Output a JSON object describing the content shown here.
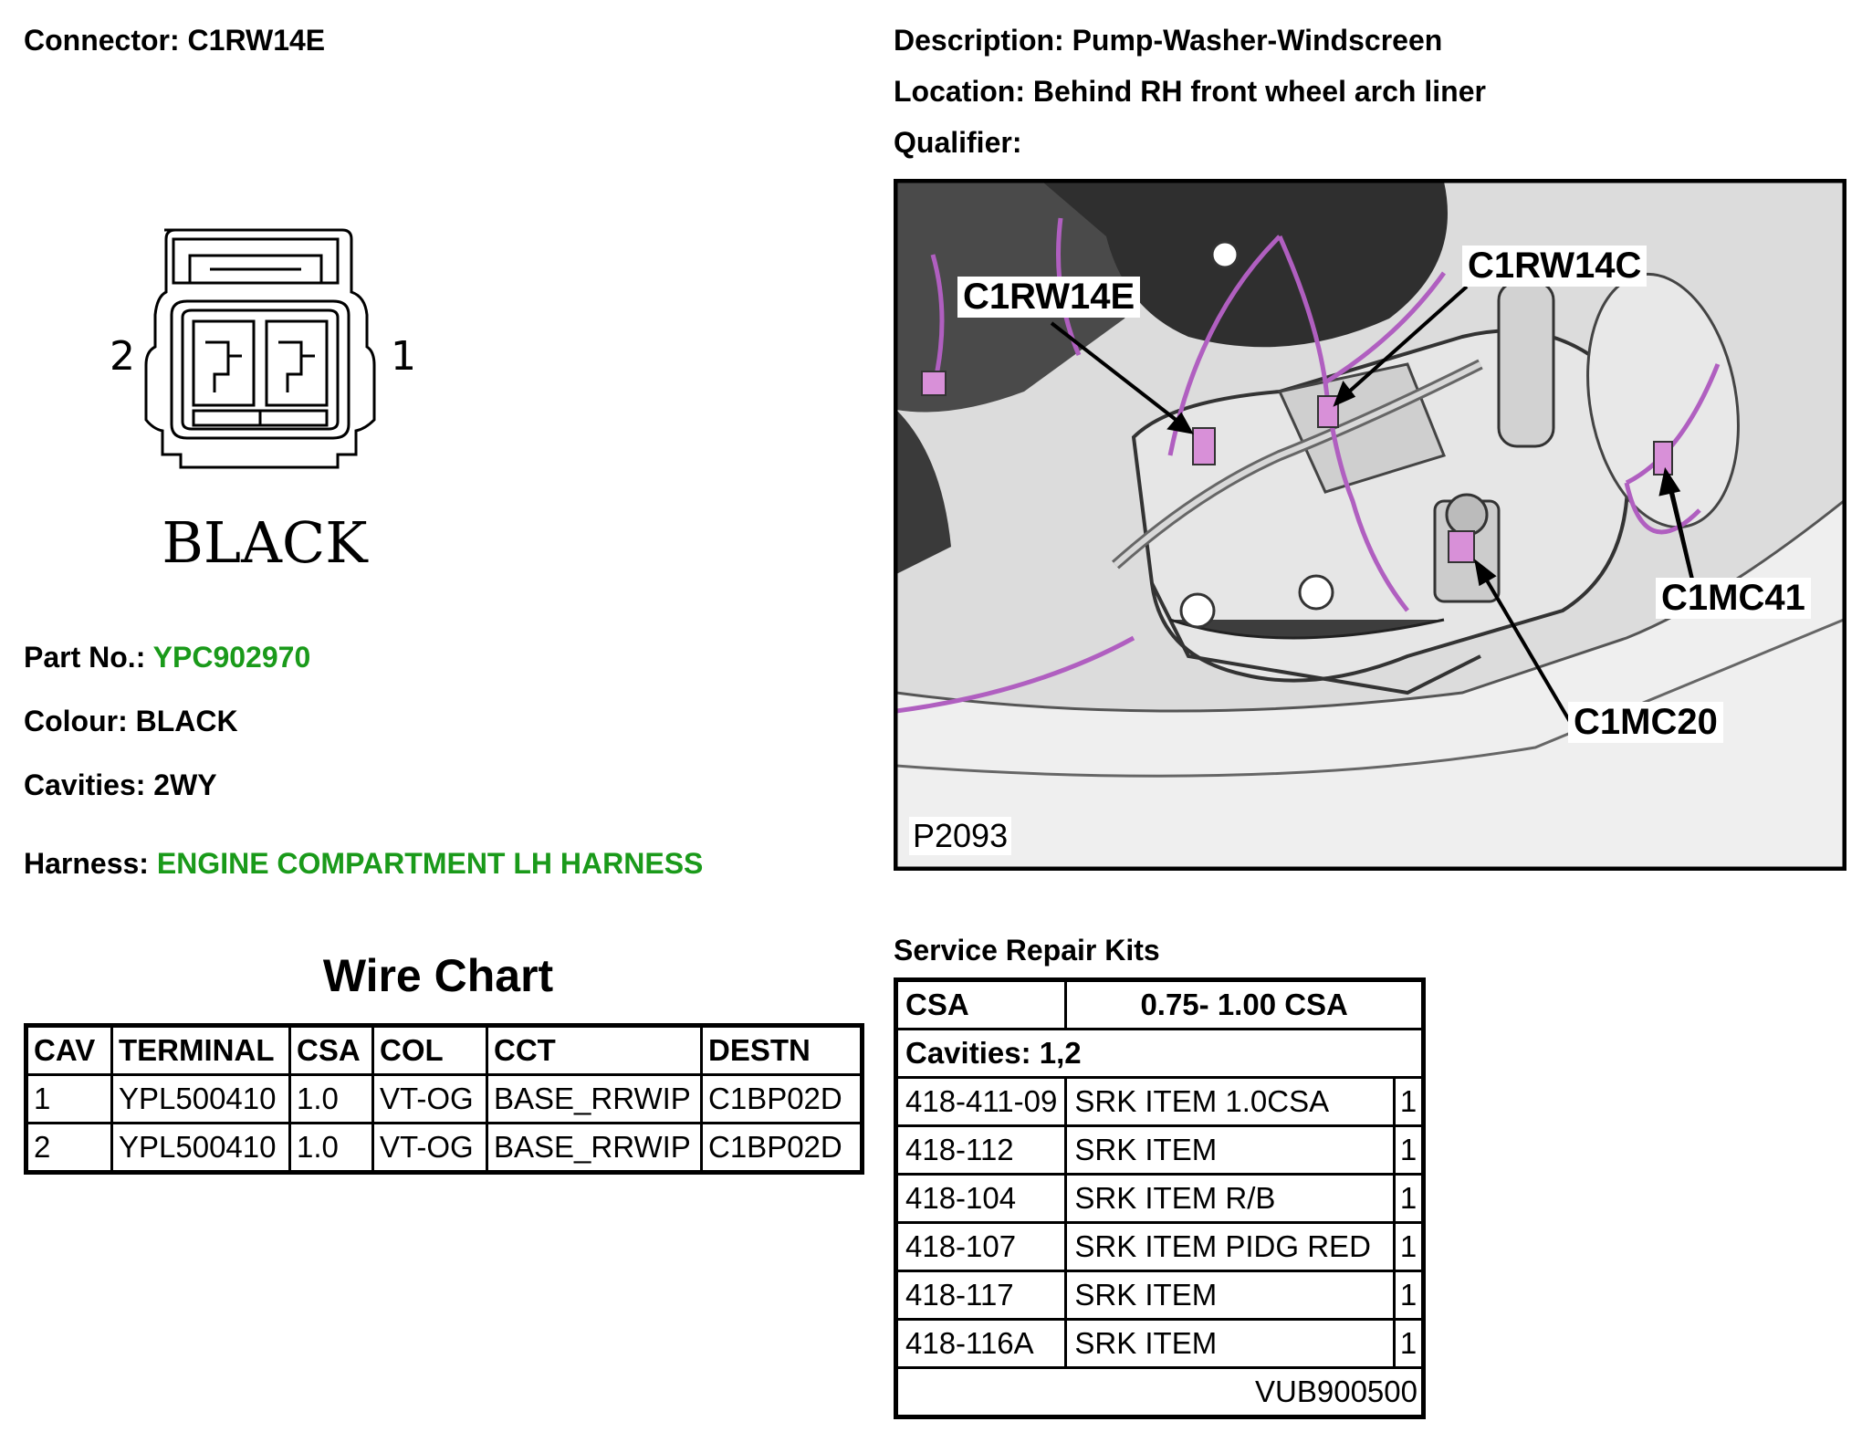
{
  "header": {
    "connector_label": "Connector:",
    "connector_value": "C1RW14E",
    "description_label": "Description:",
    "description_value": "Pump-Washer-Windscreen",
    "location_label": "Location:",
    "location_value": "Behind RH front wheel arch liner",
    "qualifier_label": "Qualifier:"
  },
  "connector_drawing": {
    "pin_left": "2",
    "pin_right": "1",
    "colour_label": "BLACK"
  },
  "details": {
    "part_no_label": "Part No.:",
    "part_no_value": "YPC902970",
    "colour_label": "Colour:",
    "colour_value": "BLACK",
    "cavities_label": "Cavities:",
    "cavities_value": "2WY",
    "harness_label": "Harness:",
    "harness_value": "ENGINE COMPARTMENT LH HARNESS",
    "accent_color": "#1a9a1a"
  },
  "photo": {
    "callouts": [
      "C1RW14E",
      "C1RW14C",
      "C1MC41",
      "C1MC20"
    ],
    "ref": "P2093",
    "harness_color": "#b05fc0"
  },
  "wire_chart": {
    "title": "Wire Chart",
    "headers": [
      "CAV",
      "TERMINAL",
      "CSA",
      "COL",
      "CCT",
      "DESTN"
    ],
    "rows": [
      [
        "1",
        "YPL500410",
        "1.0",
        "VT-OG",
        "BASE_RRWIP",
        "C1BP02D"
      ],
      [
        "2",
        "YPL500410",
        "1.0",
        "VT-OG",
        "BASE_RRWIP",
        "C1BP02D"
      ]
    ]
  },
  "repair_kits": {
    "title": "Service Repair Kits",
    "csa_label": "CSA",
    "csa_value": "0.75- 1.00 CSA",
    "cavities": "Cavities: 1,2",
    "items": [
      [
        "418-411-09",
        "SRK ITEM 1.0CSA",
        "1"
      ],
      [
        "418-112",
        "SRK ITEM",
        "1"
      ],
      [
        "418-104",
        "SRK ITEM R/B",
        "1"
      ],
      [
        "418-107",
        "SRK ITEM PIDG RED",
        "1"
      ],
      [
        "418-117",
        "SRK ITEM",
        "1"
      ],
      [
        "418-116A",
        "SRK ITEM",
        "1"
      ]
    ],
    "footer": "VUB900500"
  }
}
